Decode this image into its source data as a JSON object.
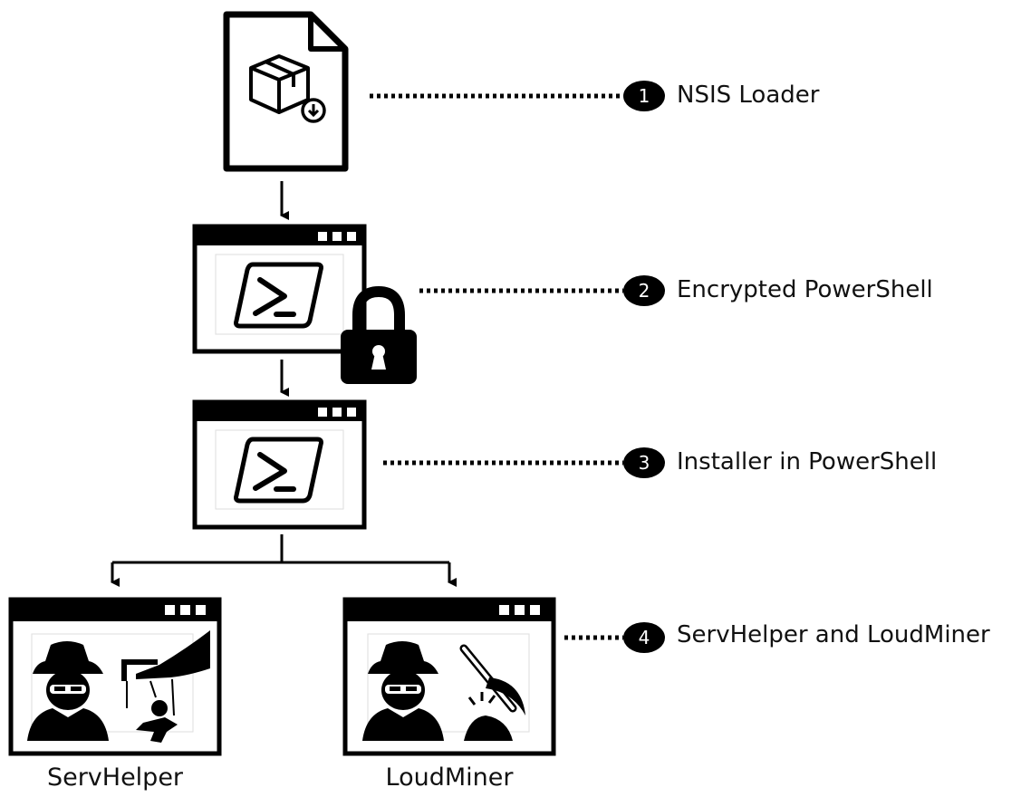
{
  "steps": [
    {
      "number": "1",
      "label": "NSIS Loader"
    },
    {
      "number": "2",
      "label": "Encrypted PowerShell"
    },
    {
      "number": "3",
      "label": "Installer in PowerShell"
    },
    {
      "number": "4",
      "label": "ServHelper and LoudMiner"
    }
  ],
  "captions": {
    "left": "ServHelper",
    "right": "LoudMiner"
  },
  "icons": {
    "file": "package-file-icon",
    "powershell": "powershell-icon",
    "lock": "padlock-icon",
    "hacker": "masked-hacker-icon",
    "puppet": "puppet-master-icon",
    "miner": "pickaxe-icon"
  }
}
